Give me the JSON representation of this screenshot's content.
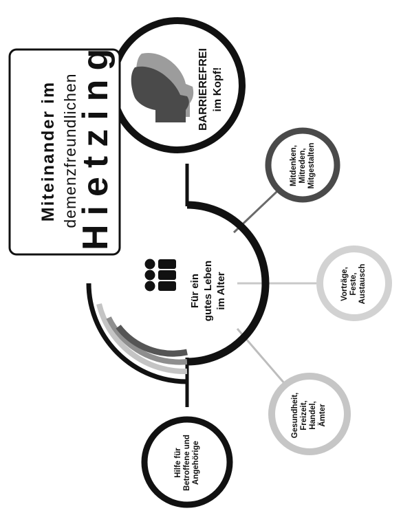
{
  "title": {
    "line1": "Miteinander im",
    "line2": "demenzfreundlichen",
    "line3": "Hietzing"
  },
  "badge": {
    "line1": "BARRIEREFREI",
    "line2": "im Kopf!"
  },
  "center": {
    "line1": "Für ein",
    "line2": "gutes Leben",
    "line3": "im Alter"
  },
  "nodes": [
    {
      "line1": "Mitdenken,",
      "line2": "Mitreden,",
      "line3": "Mitgestalten"
    },
    {
      "line1": "Vorträge,",
      "line2": "Feste,",
      "line3": "Austausch"
    },
    {
      "line1": "Gesundheit,",
      "line2": "Freizeit,",
      "line3": "Handel,",
      "line4": "Ämter"
    },
    {
      "line1": "Hilfe für",
      "line2": "Betroffene und",
      "line3": "Angehörige"
    }
  ],
  "colors": {
    "black": "#111111",
    "dark_gray": "#555555",
    "mid_gray": "#8a8a8a",
    "light_gray": "#bdbdbd",
    "lighter_gray": "#d0d0d0"
  },
  "icons": {
    "badge": "two-heads-icon",
    "center": "group-of-people-icon"
  }
}
